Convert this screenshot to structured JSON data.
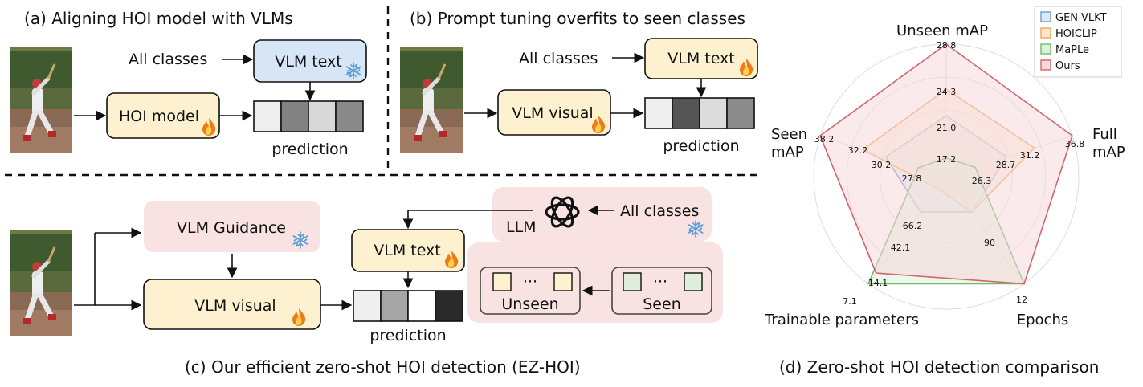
{
  "panel_a": {
    "title": "(a)  Aligning HOI model with VLMs",
    "all_classes": "All classes",
    "vlm_text": "VLM text",
    "hoi_model": "HOI model",
    "prediction": "prediction",
    "pred_colors": [
      "#efefef",
      "#828282",
      "#d8d8d8",
      "#8a8a8a"
    ]
  },
  "panel_b": {
    "title": "(b)  Prompt tuning overfits to seen classes",
    "all_classes": "All classes",
    "vlm_text": "VLM text",
    "vlm_visual": "VLM visual",
    "prediction": "prediction",
    "pred_colors": [
      "#efefef",
      "#555555",
      "#dcdcdc",
      "#8c8c8c"
    ]
  },
  "panel_c": {
    "title": "(c)  Our efficient zero-shot HOI detection (EZ-HOI)",
    "vlm_guidance": "VLM Guidance",
    "vlm_visual": "VLM visual",
    "vlm_text": "VLM text",
    "llm": "LLM",
    "all_classes": "All classes",
    "unseen": "Unseen",
    "seen": "Seen",
    "dots": "···",
    "prediction": "prediction",
    "pred_colors": [
      "#efefef",
      "#a6a6a6",
      "#ffffff",
      "#2a2a2a"
    ]
  },
  "panel_d": {
    "title": "(d)  Zero-shot HOI detection comparison"
  },
  "icons": {
    "fire": "fire-icon",
    "snowflake": "snowflake-icon",
    "llm_logo": "llm-logo-icon",
    "photo": "baseball-player-photo"
  },
  "chart_data": {
    "type": "radar",
    "axes": [
      {
        "label": "Unseen mAP",
        "ticks": [
          "17.2",
          "21.0",
          "24.3",
          "28.8"
        ]
      },
      {
        "label": "Full mAP",
        "ticks": [
          "26.3",
          "28.7",
          "31.2",
          "36.8"
        ]
      },
      {
        "label": "Epochs",
        "ticks": [
          "90",
          "12"
        ]
      },
      {
        "label": "Trainable parameters",
        "ticks": [
          "66.2",
          "42.1",
          "14.1",
          "7.1"
        ]
      },
      {
        "label": "Seen mAP",
        "ticks": [
          "27.8",
          "30.2",
          "32.2",
          "38.2"
        ]
      }
    ],
    "series": [
      {
        "name": "GEN-VLKT",
        "color": "#6f9bc8",
        "fill": "#dce8f4",
        "values": [
          21.0,
          28.7,
          90,
          42.1,
          30.2
        ]
      },
      {
        "name": "HOICLIP",
        "color": "#f0a45a",
        "fill": "#fbe6cf",
        "values": [
          24.3,
          31.2,
          90,
          66.2,
          32.2
        ]
      },
      {
        "name": "MaPLe",
        "color": "#6cbb6c",
        "fill": "#dff0dd",
        "values": [
          17.2,
          26.3,
          12,
          7.1,
          27.8
        ]
      },
      {
        "name": "Ours",
        "color": "#d0666f",
        "fill": "#f6d8da",
        "values": [
          28.8,
          36.8,
          12,
          14.1,
          38.2
        ]
      }
    ],
    "normalized_radius": [
      [
        0.46,
        0.48,
        0.33,
        0.33,
        0.48
      ],
      [
        0.66,
        0.7,
        0.33,
        0.11,
        0.66
      ],
      [
        0.14,
        0.23,
        1.0,
        1.0,
        0.22
      ],
      [
        1.0,
        1.0,
        1.0,
        0.9,
        1.0
      ]
    ],
    "grid_rings": 4,
    "legend_position": "top-right"
  }
}
